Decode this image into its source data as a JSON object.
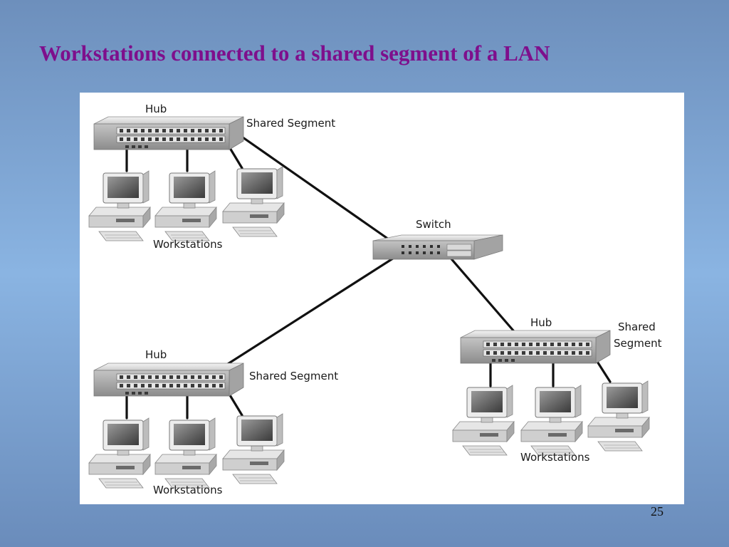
{
  "slide": {
    "title": "Workstations connected to a shared segment of a LAN",
    "page_number": "25"
  },
  "diagram": {
    "switch_label": "Switch",
    "segments": [
      {
        "hub_label": "Hub",
        "segment_label": "Shared Segment",
        "workstations_label": "Workstations"
      },
      {
        "hub_label": "Hub",
        "segment_label": "Shared Segment",
        "workstations_label": "Workstations"
      },
      {
        "hub_label": "Hub",
        "segment_label_line1": "Shared",
        "segment_label_line2": "Segment",
        "workstations_label": "Workstations"
      }
    ]
  },
  "colors": {
    "background": "#7a9fcc",
    "title": "#7e0f8c",
    "panel": "#ffffff",
    "cable": "#111111"
  }
}
